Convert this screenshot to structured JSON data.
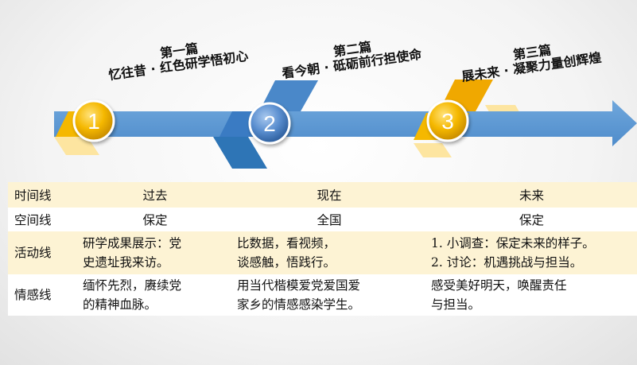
{
  "steps": [
    {
      "number": "1",
      "chapter": "第一篇",
      "title": "忆往昔 · 红色研学悟初心"
    },
    {
      "number": "2",
      "chapter": "第二篇",
      "title": "看今朝 · 砥砺前行担使命"
    },
    {
      "number": "3",
      "chapter": "第三篇",
      "title": "展未来 · 凝聚力量创辉煌"
    }
  ],
  "table": {
    "rows": [
      {
        "header": "时间线",
        "cells": [
          "过去",
          "现在",
          "未来"
        ]
      },
      {
        "header": "空间线",
        "cells": [
          "保定",
          "全国",
          "保定"
        ]
      },
      {
        "header": "活动线",
        "cells": [
          [
            "研学成果展示：党",
            "史遗址我来访。"
          ],
          [
            "比数据，看视频，",
            "谈感触，悟践行。"
          ],
          [
            "1. 小调查：保定未来的样子。",
            "2. 讨论：机遇挑战与担当。"
          ]
        ]
      },
      {
        "header": "情感线",
        "cells": [
          [
            "缅怀先烈，赓续党",
            "的精神血脉。"
          ],
          [
            "用当代楷模爱党爱国爱",
            "家乡的情感感染学生。"
          ],
          [
            "感受美好明天，唤醒责任",
            "与担当。"
          ]
        ]
      }
    ]
  },
  "colors": {
    "arrow_blue": "#5b9bd5",
    "arrow_dark_blue": "#2e75b6",
    "gold": "#f5b800",
    "gold_light": "#fde5a0",
    "row_tint": "#fdf3d4"
  }
}
